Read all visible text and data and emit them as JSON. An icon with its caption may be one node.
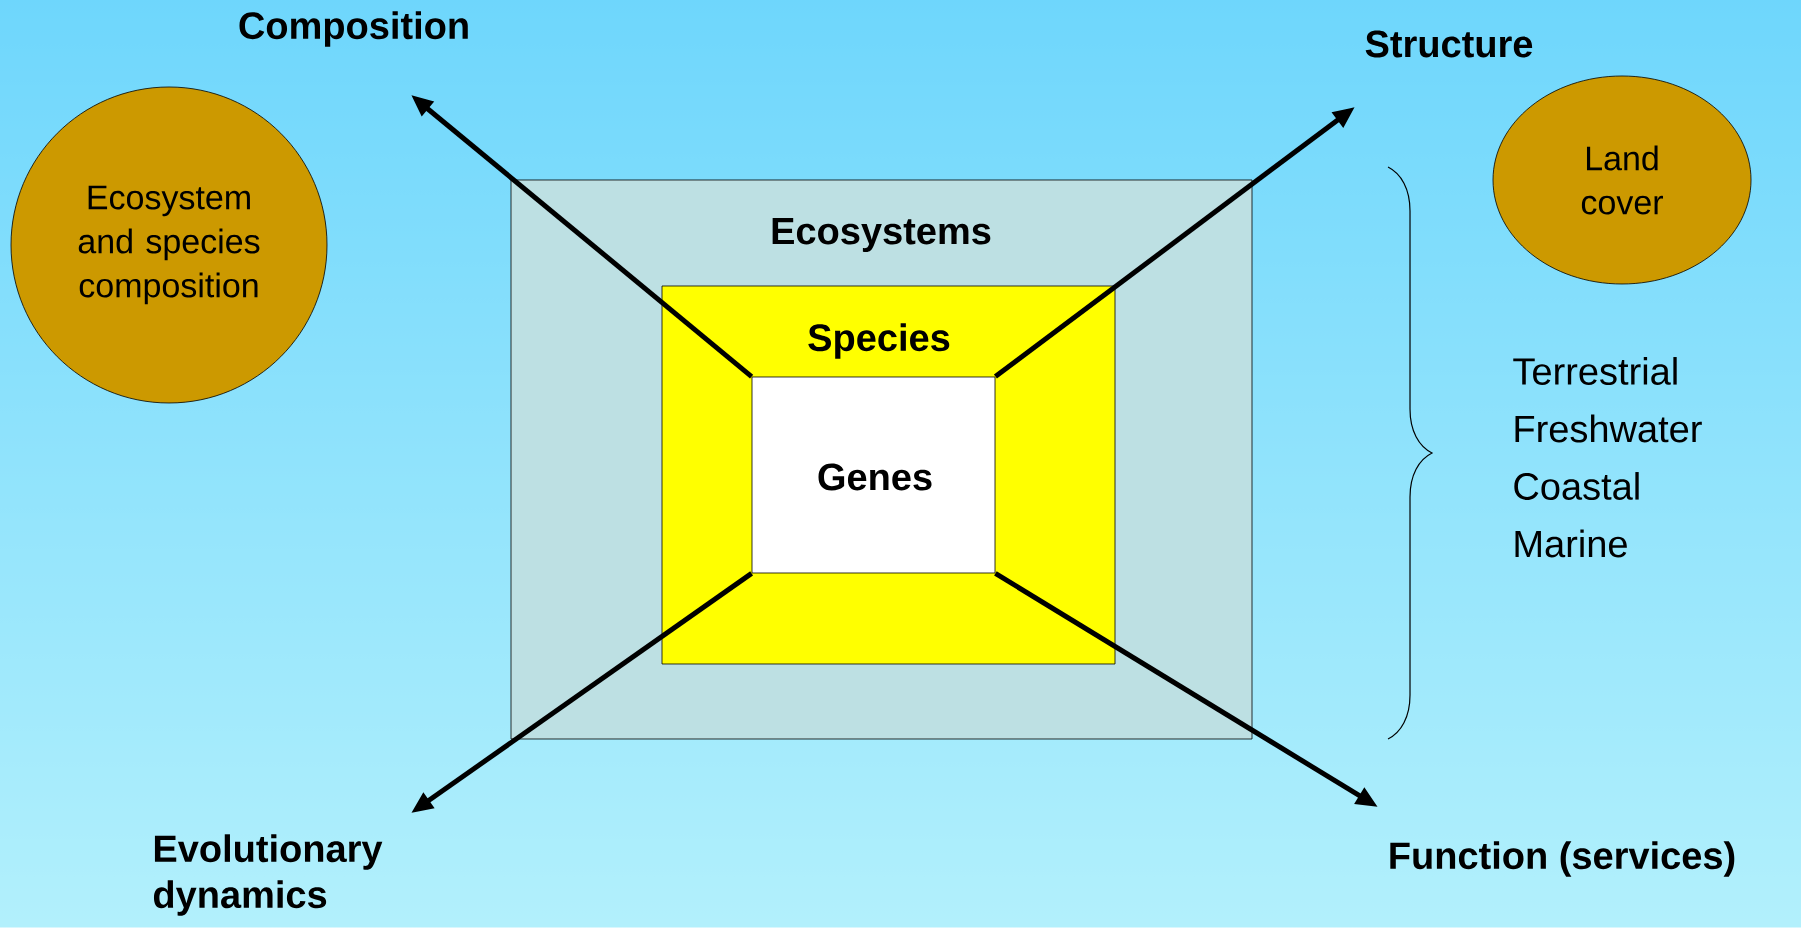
{
  "diagram": {
    "nodes": [
      {
        "text": [
          "Composition"
        ]
      },
      {
        "text": [
          "Structure"
        ]
      },
      {
        "text": [
          "Ecosystem and species composition"
        ]
      },
      {
        "text": [
          "Land cover"
        ]
      },
      {
        "text": [
          "Ecosystems"
        ]
      },
      {
        "text": [
          "Species"
        ],
        "in": 4
      },
      {
        "text": [
          "Genes"
        ],
        "in": 5
      },
      {
        "text": [
          "Evolutionary dynamics"
        ]
      },
      {
        "text": [
          "Function (services)"
        ]
      }
    ],
    "edges": [
      {
        "from": 6,
        "to": 0,
        "arrow": "to"
      },
      {
        "from": 6,
        "to": 1,
        "arrow": "to"
      },
      {
        "from": 6,
        "to": 7,
        "arrow": "to"
      },
      {
        "from": 6,
        "to": 8,
        "arrow": "to"
      }
    ],
    "labels": [
      "Terrestrial",
      "Freshwater",
      "Coastal",
      "Marine"
    ]
  }
}
